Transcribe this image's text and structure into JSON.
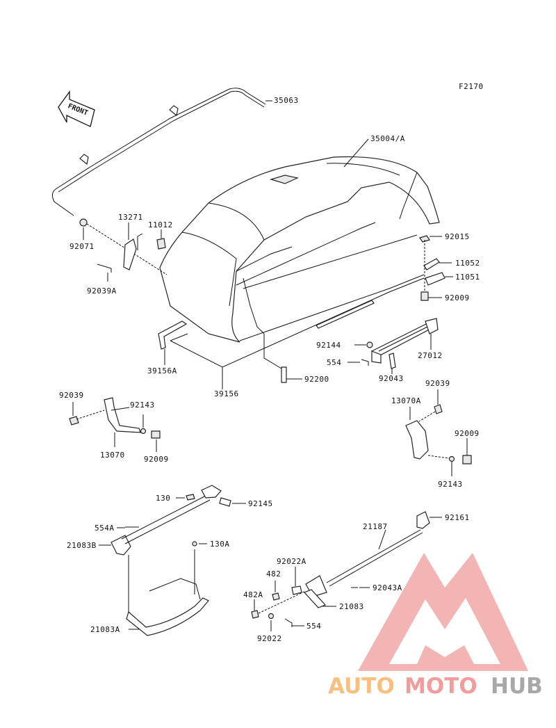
{
  "figure_code": "F2170",
  "front_arrow_label": "FRONT",
  "labels": {
    "p35063": "35063",
    "p35004A": "35004/A",
    "p92015": "92015",
    "p11052": "11052",
    "p11051": "11051",
    "p92009a": "92009",
    "p92071": "92071",
    "p13271": "13271",
    "p11012": "11012",
    "p92039A": "92039A",
    "p92144": "92144",
    "p27012": "27012",
    "p554": "554",
    "p92043": "92043",
    "p39156A": "39156A",
    "p39156": "39156",
    "p92200": "92200",
    "p92039a": "92039",
    "p92143a": "92143",
    "p13070": "13070",
    "p92009b": "92009",
    "p92039b": "92039",
    "p13070A": "13070A",
    "p92009c": "92009",
    "p92143b": "92143",
    "p130": "130",
    "p92145": "92145",
    "p554A": "554A",
    "p21083B": "21083B",
    "p130A": "130A",
    "p21083A": "21083A",
    "p21187": "21187",
    "p92161": "92161",
    "p92022A": "92022A",
    "p482": "482",
    "p92043A": "92043A",
    "p482A": "482A",
    "p21083": "21083",
    "p554b": "554",
    "p92022": "92022"
  },
  "watermark": {
    "part1": "AUTO",
    "part2": "MOTO",
    "part3": "HUB",
    "color_light": "#f7b56b",
    "color_red": "#ef8d8d",
    "color_gray": "#9a9a9a"
  }
}
